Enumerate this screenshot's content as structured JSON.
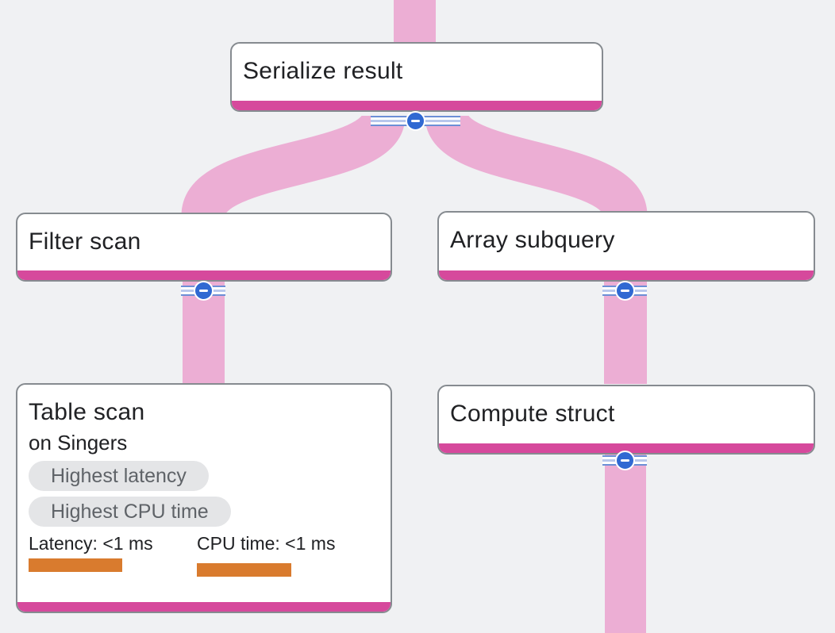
{
  "diagram": {
    "nodes": {
      "serialize": {
        "title": "Serialize result"
      },
      "filter": {
        "title": "Filter scan"
      },
      "array": {
        "title": "Array subquery"
      },
      "table": {
        "title": "Table scan",
        "subtitle": "on Singers",
        "badges": [
          "Highest latency",
          "Highest CPU time"
        ],
        "metrics": [
          {
            "label": "Latency: <1 ms"
          },
          {
            "label": "CPU time: <1 ms"
          }
        ]
      },
      "compute": {
        "title": "Compute struct"
      }
    },
    "edges": [
      {
        "from": "parent",
        "to": "serialize"
      },
      {
        "from": "serialize",
        "to": "filter"
      },
      {
        "from": "serialize",
        "to": "array"
      },
      {
        "from": "filter",
        "to": "table"
      },
      {
        "from": "array",
        "to": "compute"
      },
      {
        "from": "compute",
        "to": "child-below"
      }
    ],
    "collapse_icon": "minus"
  },
  "colors": {
    "background": "#f0f1f3",
    "node_fill": "#ffffff",
    "node_border": "#868b90",
    "accent_bar": "#d6499c",
    "flow": "#ecaed4",
    "collapse_blue": "#3069d2",
    "stripe_blue": "#6c8fd6",
    "stripe_blue_light": "#b7c7ec",
    "badge_bg": "#e4e5e7",
    "badge_text": "#5f6368",
    "metric_bar": "#d97b2e",
    "text": "#202124"
  }
}
